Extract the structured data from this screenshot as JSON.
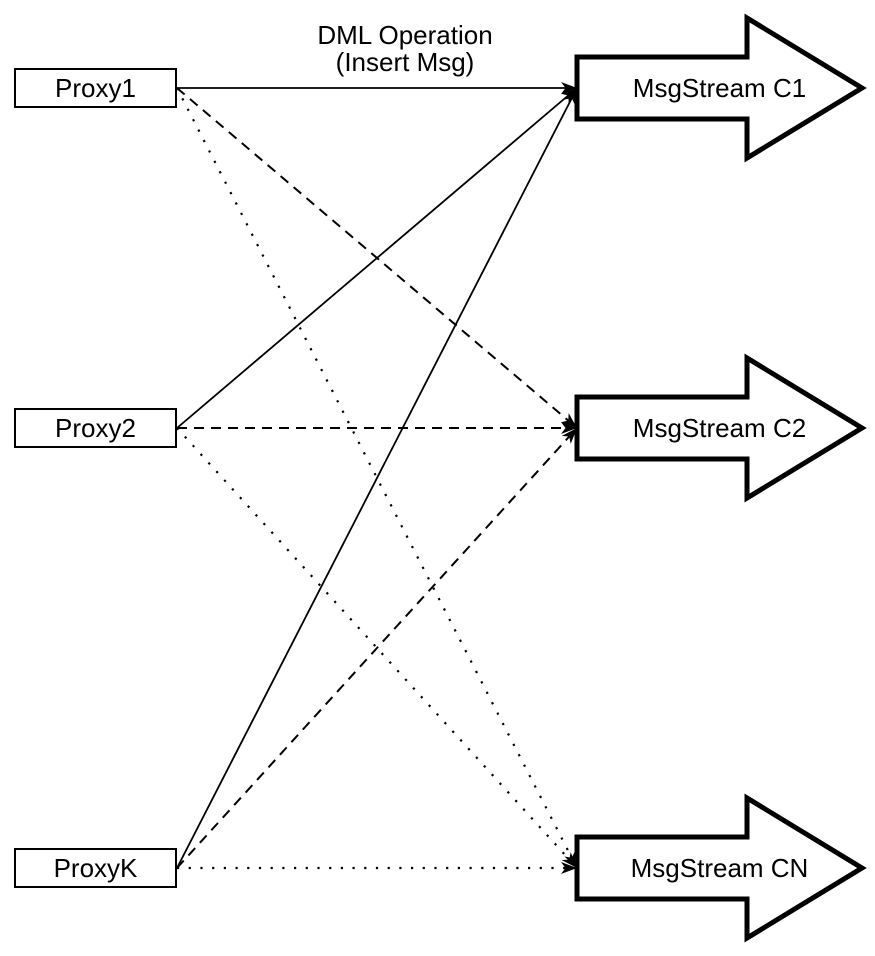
{
  "canvas": {
    "background_color": "#ffffff",
    "line_color": "#000000",
    "node_fill_color": "#ffffff"
  },
  "edge_title": {
    "line1": "DML Operation",
    "line2": "(Insert Msg)"
  },
  "proxies": [
    {
      "id": "proxy1",
      "label": "Proxy1"
    },
    {
      "id": "proxy2",
      "label": "Proxy2"
    },
    {
      "id": "proxyk",
      "label": "ProxyK"
    }
  ],
  "streams": [
    {
      "id": "c1",
      "label": "MsgStream C1",
      "incoming_line_style": "solid"
    },
    {
      "id": "c2",
      "label": "MsgStream C2",
      "incoming_line_style": "dashed"
    },
    {
      "id": "cn",
      "label": "MsgStream CN",
      "incoming_line_style": "dotted"
    }
  ],
  "edges": [
    {
      "from": "proxy1",
      "to": "c1",
      "style": "solid"
    },
    {
      "from": "proxy1",
      "to": "c2",
      "style": "dashed"
    },
    {
      "from": "proxy1",
      "to": "cn",
      "style": "dotted"
    },
    {
      "from": "proxy2",
      "to": "c1",
      "style": "solid"
    },
    {
      "from": "proxy2",
      "to": "c2",
      "style": "dashed"
    },
    {
      "from": "proxy2",
      "to": "cn",
      "style": "dotted"
    },
    {
      "from": "proxyk",
      "to": "c1",
      "style": "solid"
    },
    {
      "from": "proxyk",
      "to": "c2",
      "style": "dashed"
    },
    {
      "from": "proxyk",
      "to": "cn",
      "style": "dotted"
    }
  ]
}
